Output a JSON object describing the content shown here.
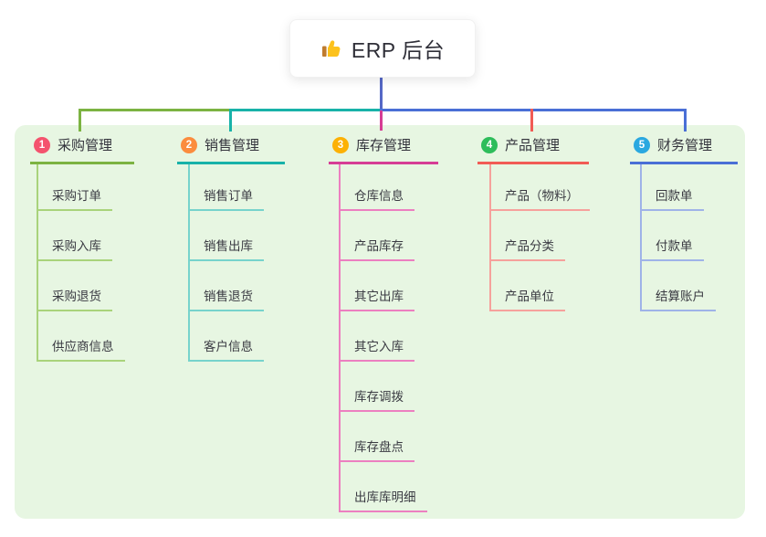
{
  "root": {
    "label": "ERP 后台",
    "icon": "thumbs-up-icon",
    "line_color": "#5568c6"
  },
  "panel_color": "#e7f6e2",
  "branches": [
    {
      "index": "1",
      "label": "采购管理",
      "colors": {
        "badge": "#f4536e",
        "main": "#7cb342",
        "child": "#a9d37b"
      },
      "children": [
        "采购订单",
        "采购入库",
        "采购退货",
        "供应商信息"
      ]
    },
    {
      "index": "2",
      "label": "销售管理",
      "colors": {
        "badge": "#fb8c3e",
        "main": "#18b2a9",
        "child": "#77d3cc"
      },
      "children": [
        "销售订单",
        "销售出库",
        "销售退货",
        "客户信息"
      ]
    },
    {
      "index": "3",
      "label": "库存管理",
      "colors": {
        "badge": "#fcb105",
        "main": "#d63d95",
        "child": "#ec7fc0"
      },
      "children": [
        "仓库信息",
        "产品库存",
        "其它出库",
        "其它入库",
        "库存调拨",
        "库存盘点",
        "出库库明细"
      ]
    },
    {
      "index": "4",
      "label": "产品管理",
      "colors": {
        "badge": "#2ebd5b",
        "main": "#f15b55",
        "child": "#f6a19c"
      },
      "children": [
        "产品（物料）",
        "产品分类",
        "产品单位"
      ]
    },
    {
      "index": "5",
      "label": "财务管理",
      "colors": {
        "badge": "#2aa8e0",
        "main": "#4a6fd6",
        "child": "#9fb3e8"
      },
      "children": [
        "回款单",
        "付款单",
        "结算账户"
      ]
    }
  ]
}
